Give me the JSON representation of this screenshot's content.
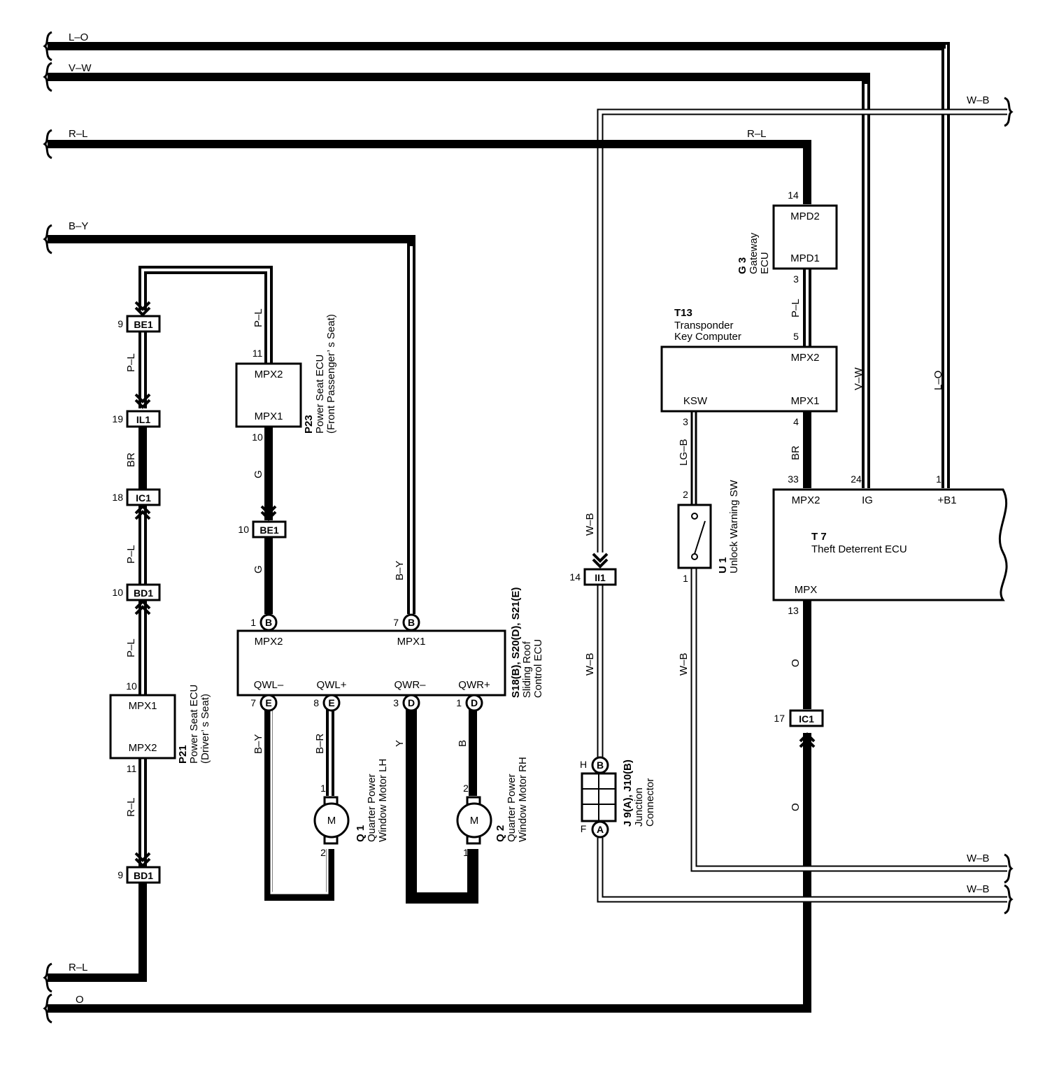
{
  "wires": {
    "lo": "L–O",
    "vw": "V–W",
    "wb": "W–B",
    "rl": "R–L",
    "by": "B–Y",
    "pl": "P–L",
    "br": "BR",
    "g": "G",
    "lgb": "LG–B",
    "o": "O",
    "y": "Y",
    "b": "B",
    "br_r": "B–R"
  },
  "connectors": {
    "be1": "BE1",
    "il1": "IL1",
    "ic1": "IC1",
    "bd1": "BD1",
    "ii1": "II1"
  },
  "pins": {
    "p9a": "9",
    "p19": "19",
    "p18": "18",
    "p10a": "10",
    "p10b": "10",
    "p11a": "11",
    "p9b": "9",
    "p11b": "11",
    "p10c": "10",
    "p10d": "10",
    "p1b": "1",
    "p7b": "7",
    "p7e": "7",
    "p8e": "8",
    "p3d": "3",
    "p1d": "1",
    "m1_1": "1",
    "m1_2": "2",
    "m2_2": "2",
    "m2_1": "1",
    "p14g": "14",
    "p3g": "3",
    "p5t": "5",
    "p3t": "3",
    "p4t": "4",
    "p2u": "2",
    "p1u": "1",
    "p33": "33",
    "p24": "24",
    "p1t7": "1",
    "p13": "13",
    "p17": "17",
    "p14j": "14",
    "h": "H",
    "f": "F",
    "cb": "B",
    "ce": "E",
    "cd": "D",
    "ca": "A"
  },
  "components": {
    "p21": {
      "id": "P21",
      "name1": "Power Seat ECU",
      "name2": "(Driver’ s Seat)",
      "t1": "MPX1",
      "t2": "MPX2"
    },
    "p23": {
      "id": "P23",
      "name1": "Power Seat ECU",
      "name2": "(Front Passenger’ s Seat)",
      "t1": "MPX2",
      "t2": "MPX1"
    },
    "s18": {
      "id": "S18(B), S20(D), S21(E)",
      "name1": "Sliding Roof",
      "name2": "Control ECU",
      "mpx2": "MPX2",
      "mpx1": "MPX1",
      "qwlm": "QWL–",
      "qwlp": "QWL+",
      "qwrm": "QWR–",
      "qwrp": "QWR+"
    },
    "q1": {
      "id": "Q 1",
      "name1": "Quarter Power",
      "name2": "Window Motor LH",
      "m": "M"
    },
    "q2": {
      "id": "Q 2",
      "name1": "Quarter Power",
      "name2": "Window Motor RH",
      "m": "M"
    },
    "g3": {
      "id": "G 3",
      "name1": "Gateway",
      "name2": "ECU",
      "t1": "MPD2",
      "t2": "MPD1"
    },
    "t13": {
      "id": "T13",
      "name1": "Transponder",
      "name2": "Key Computer",
      "mpx2": "MPX2",
      "ksw": "KSW",
      "mpx1": "MPX1"
    },
    "u1": {
      "id": "U 1",
      "name1": "Unlock Warning SW"
    },
    "t7": {
      "id": "T 7",
      "name1": "Theft Deterrent ECU",
      "mpx2": "MPX2",
      "ig": "IG",
      "b1": "+B1",
      "mpx": "MPX"
    },
    "j9": {
      "id": "J 9(A), J10(B)",
      "name1": "Junction",
      "name2": "Connector"
    }
  }
}
